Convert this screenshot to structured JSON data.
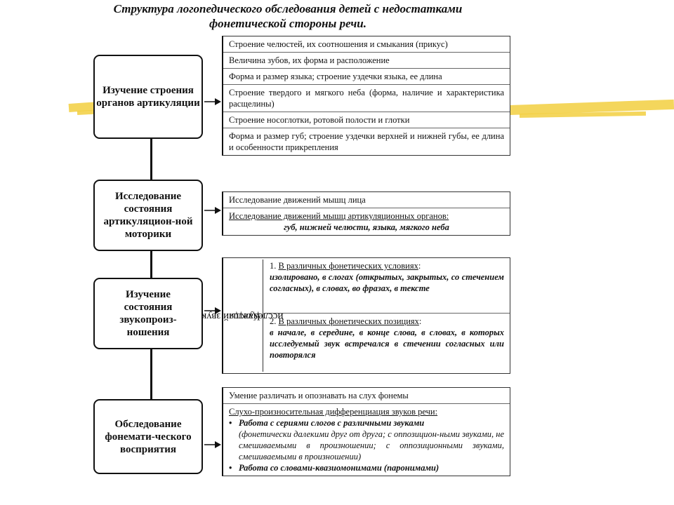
{
  "title": "Структура логопедического обследования детей с недостатками фонетической стороны речи.",
  "nodes": [
    "Изучение строения органов артикуляции",
    "Исследование состояния артикуляцион-ной моторики",
    "Изучение состояния звукопроиз-ношения",
    "Обследование фонемати-ческого восприятия"
  ],
  "group1": [
    "Строение челюстей, их соотношения и смыкания (прикус)",
    "Величина зубов, их форма и расположение",
    "Форма и размер языка; строение уздечки языка, ее длина",
    "Строение твердого и мягкого неба (форма, наличие и характеристика расщелины)",
    "Строение носоглотки, ротовой полости и глотки",
    "Форма и размер губ; строение уздечки верхней и нижней губы, ее длина и особенности прикрепления"
  ],
  "group2": {
    "item1": "Исследование движений мышц лица",
    "item2_head": "Исследование движений мышц артикуляционных органов:",
    "item2_detail": "губ, нижней челюсти, языка, мягкого неба"
  },
  "group3": {
    "side_label_1": "Каждый звук",
    "side_label_2": "исследуется:",
    "item1_num": "1.",
    "item1_head": "В различных фонетических условиях",
    "item1_colon": ":",
    "item1_detail": "изолировано, в слогах (открытых, закрытых, со стечением согласных), в словах, во фразах, в тексте",
    "item2_num": "2.",
    "item2_head": "В различных фонетических позициях",
    "item2_colon": ":",
    "item2_detail": "в начале, в середине, в конце слова, в словах, в которых исследуемый звук встречался в стечении согласных или повторялся"
  },
  "group4": {
    "item1": "Умение различать и опознавать на слух фонемы",
    "item2_head": "Слухо-произносительная дифференциация звуков речи:",
    "bullet": "•",
    "b1_head": "Работа с сериями слогов с различными звуками",
    "b1_detail": "(фонетически далекими друг от друга; с оппозицион-ными звуками, не смешиваемыми в произношении; с оппозиционными звуками, смешиваемыми в произношении)",
    "b2_head": "Работа со словами-квазиомонимами (паронимами)"
  }
}
